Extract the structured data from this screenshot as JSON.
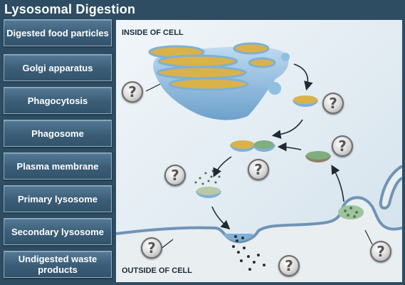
{
  "title": "Lysosomal Digestion",
  "labels": [
    "Digested food particles",
    "Golgi apparatus",
    "Phagocytosis",
    "Phagosome",
    "Plasma membrane",
    "Primary lysosome",
    "Secondary lysosome",
    "Undigested waste products"
  ],
  "diagram": {
    "inside_label": "INSIDE OF CELL",
    "outside_label": "OUTSIDE OF CELL",
    "blank_marker": "?",
    "colors": {
      "cytoplasm": "#dde8ef",
      "golgi_membrane": "#7fb0d6",
      "vesicle_contents": "#d9b24a",
      "phagosome_contents": "#7fae7f",
      "plasma_membrane": "#6f94b5"
    }
  }
}
